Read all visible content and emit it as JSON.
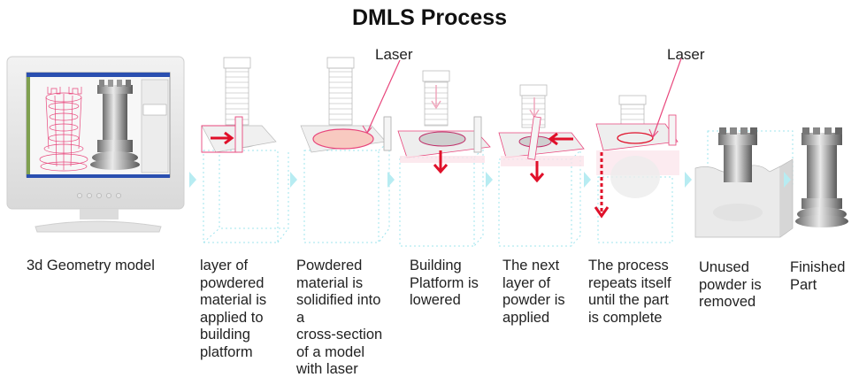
{
  "title": "DMLS Process",
  "laser_labels": [
    "Laser",
    "Laser"
  ],
  "colors": {
    "accent_pink": "#e8467c",
    "arrow_red": "#e0102a",
    "guide_cyan": "#9fe4ee",
    "wire_gray": "#b8b8b8",
    "screen_blue": "#1f3fa8"
  },
  "steps": [
    {
      "id": "geometry-model",
      "icon": "monitor-cad-icon",
      "caption": "3d Geometry model"
    },
    {
      "id": "powder-layer",
      "icon": "recoater-arrow-icon",
      "caption": "layer of\npowdered\nmaterial is\napplied to\nbuilding\nplatform"
    },
    {
      "id": "laser-sinter",
      "icon": "laser-ellipse-icon",
      "caption": "Powdered\nmaterial is\nsolidified into\na\ncross-section\nof a model\nwith laser"
    },
    {
      "id": "platform-lower",
      "icon": "down-arrow-icon",
      "caption": "Building\nPlatform is\nlowered"
    },
    {
      "id": "next-layer",
      "icon": "recoater-return-icon",
      "caption": "The next\nlayer of\npowder is\napplied"
    },
    {
      "id": "repeat",
      "icon": "repeat-down-arrow-icon",
      "caption": "The process\nrepeats itself\nuntil the part\nis complete"
    },
    {
      "id": "remove-powder",
      "icon": "rook-in-powder-icon",
      "caption": "Unused\npowder is\nremoved"
    },
    {
      "id": "finished-part",
      "icon": "rook-icon",
      "caption": "Finished\nPart"
    }
  ]
}
